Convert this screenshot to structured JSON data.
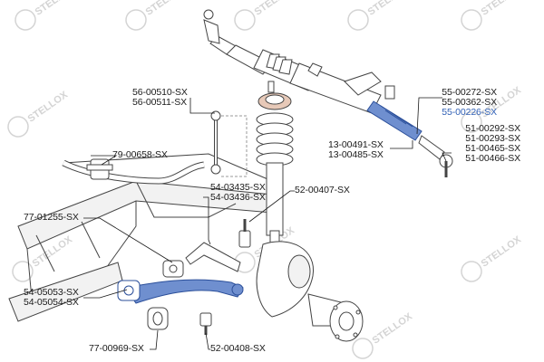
{
  "watermark_text": "STELLOX",
  "colors": {
    "highlight_part": "#6f8fcf",
    "highlight_text": "#2f5fb5",
    "line": "#1a1a1a",
    "parts": "#444444"
  },
  "labels": {
    "steering_rack_tie_rods": [
      "55-00272-SX",
      "55-00362-SX",
      "55-00226-SX"
    ],
    "stabilizer_link": [
      "56-00510-SX",
      "56-00511-SX"
    ],
    "stabilizer_bushing": [
      "79-00658-SX"
    ],
    "tie_rod_ends": [
      "51-00292-SX",
      "51-00293-SX",
      "51-00465-SX",
      "51-00466-SX"
    ],
    "strut_mount": [
      "13-00491-SX",
      "13-00485-SX"
    ],
    "upper_arm": [
      "54-03435-SX",
      "54-03436-SX"
    ],
    "upper_ball_joint": [
      "52-00407-SX"
    ],
    "arm_bushing": [
      "77-01255-SX"
    ],
    "lower_arm": [
      "54-05053-SX",
      "54-05054-SX"
    ],
    "lower_bushing": [
      "77-00969-SX"
    ],
    "lower_ball_joint": [
      "52-00408-SX"
    ]
  }
}
